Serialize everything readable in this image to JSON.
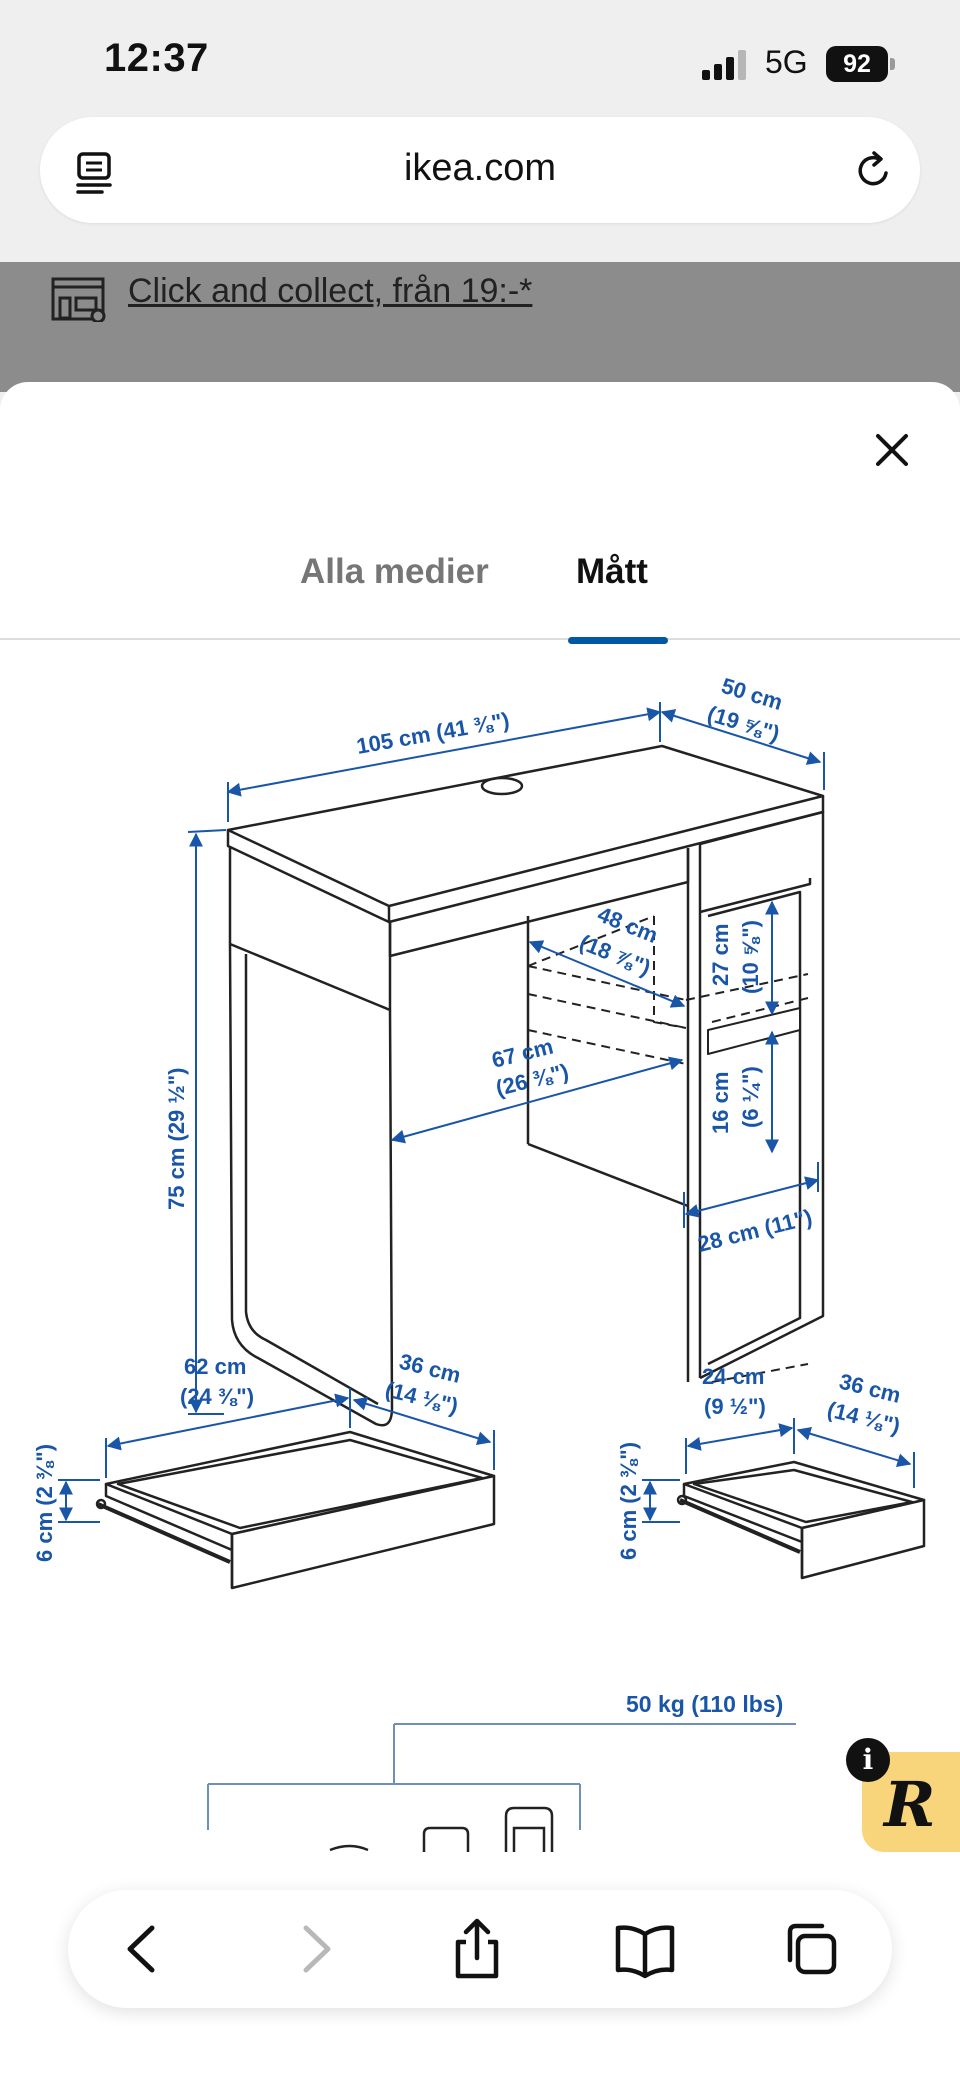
{
  "status_bar": {
    "time": "12:37",
    "network": "5G",
    "battery": "92"
  },
  "browser": {
    "url": "ikea.com"
  },
  "background_page": {
    "click_collect": "Click and collect, från 19:-*"
  },
  "modal": {
    "tabs": [
      {
        "label": "Alla medier",
        "active": false
      },
      {
        "label": "Mått",
        "active": true
      }
    ],
    "accent_color": "#0058a3",
    "dimension_color": "#1a56a8",
    "dimensions": {
      "width": "105 cm (41 ⅜\")",
      "depth": "50 cm",
      "depth_in": "(19 ⅝\")",
      "height": "75 cm (29 ½\")",
      "knee_depth": "48 cm",
      "knee_depth_in": "(18 ⅞\")",
      "knee_width": "67 cm",
      "knee_width_in": "(26 ⅜\")",
      "shelf_upper": "27 cm",
      "shelf_upper_in": "(10 ⅝\")",
      "shelf_lower": "16 cm",
      "shelf_lower_in": "(6 ¼\")",
      "cabinet_width": "28 cm (11\")",
      "drawer1_width": "62 cm",
      "drawer1_width_in": "(24 ⅜\")",
      "drawer1_depth": "36 cm",
      "drawer1_depth_in": "(14 ⅛\")",
      "drawer1_height": "6 cm (2 ⅜\")",
      "drawer2_width": "24 cm",
      "drawer2_width_in": "(9 ½\")",
      "drawer2_depth": "36 cm",
      "drawer2_depth_in": "(14 ⅛\")",
      "drawer2_height": "6 cm (2 ⅜\")",
      "max_load": "50 kg (110 lbs)"
    }
  },
  "badge": {
    "letter": "R",
    "info": "i"
  }
}
